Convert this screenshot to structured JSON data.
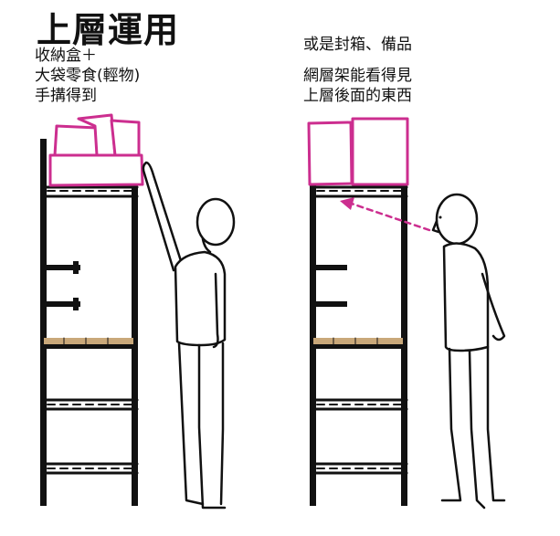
{
  "title": "上層運用",
  "left_note": {
    "lines": [
      "收納盒＋",
      "大袋零食(輕物)",
      "手搆得到"
    ]
  },
  "right_note": {
    "line1": "或是封箱、備品",
    "lines2": [
      "網層架能看得見",
      "上層後面的東西"
    ]
  },
  "colors": {
    "ink": "#111111",
    "box": "#cc2e8f",
    "wood": "#c9a87a",
    "background": "#ffffff"
  },
  "icons": [
    "storage-box-icon",
    "person-reaching-icon",
    "person-looking-up-icon",
    "wire-shelf-icon"
  ]
}
